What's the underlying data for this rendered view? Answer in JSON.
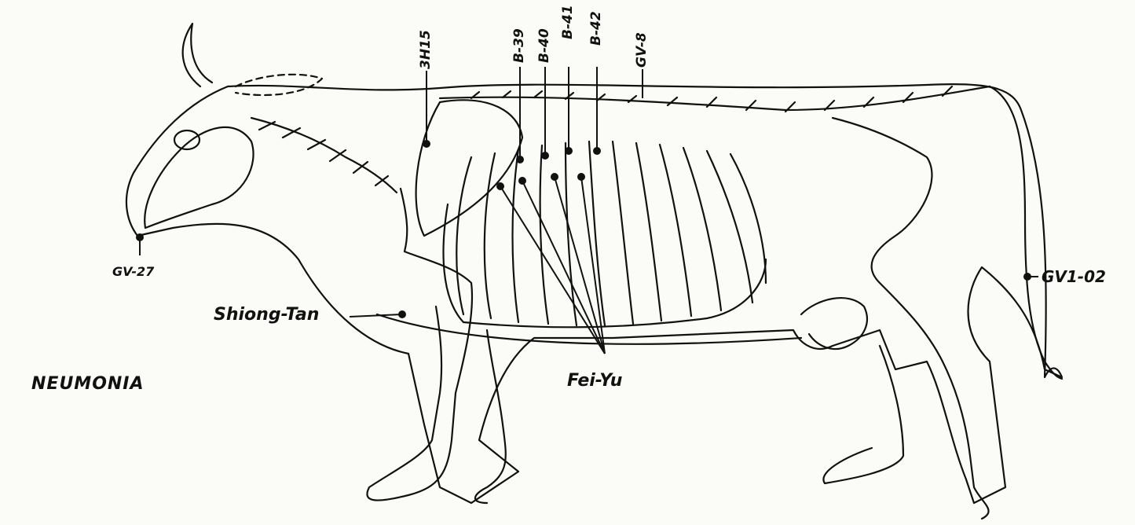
{
  "labels": {
    "gv27": "GV-27",
    "shiong_tan": "Shiong-Tan",
    "neumonia": "NEUMONIA",
    "th15": "3H15",
    "b39": "B-39",
    "b40": "B-40",
    "b41": "B-41",
    "b42": "B-42",
    "gv8": "GV-8",
    "fei_yu": "Fei-Yu",
    "gv102": "GV1-02"
  },
  "colors": {
    "ink": "#111111",
    "paper": "#fbfbf8"
  }
}
